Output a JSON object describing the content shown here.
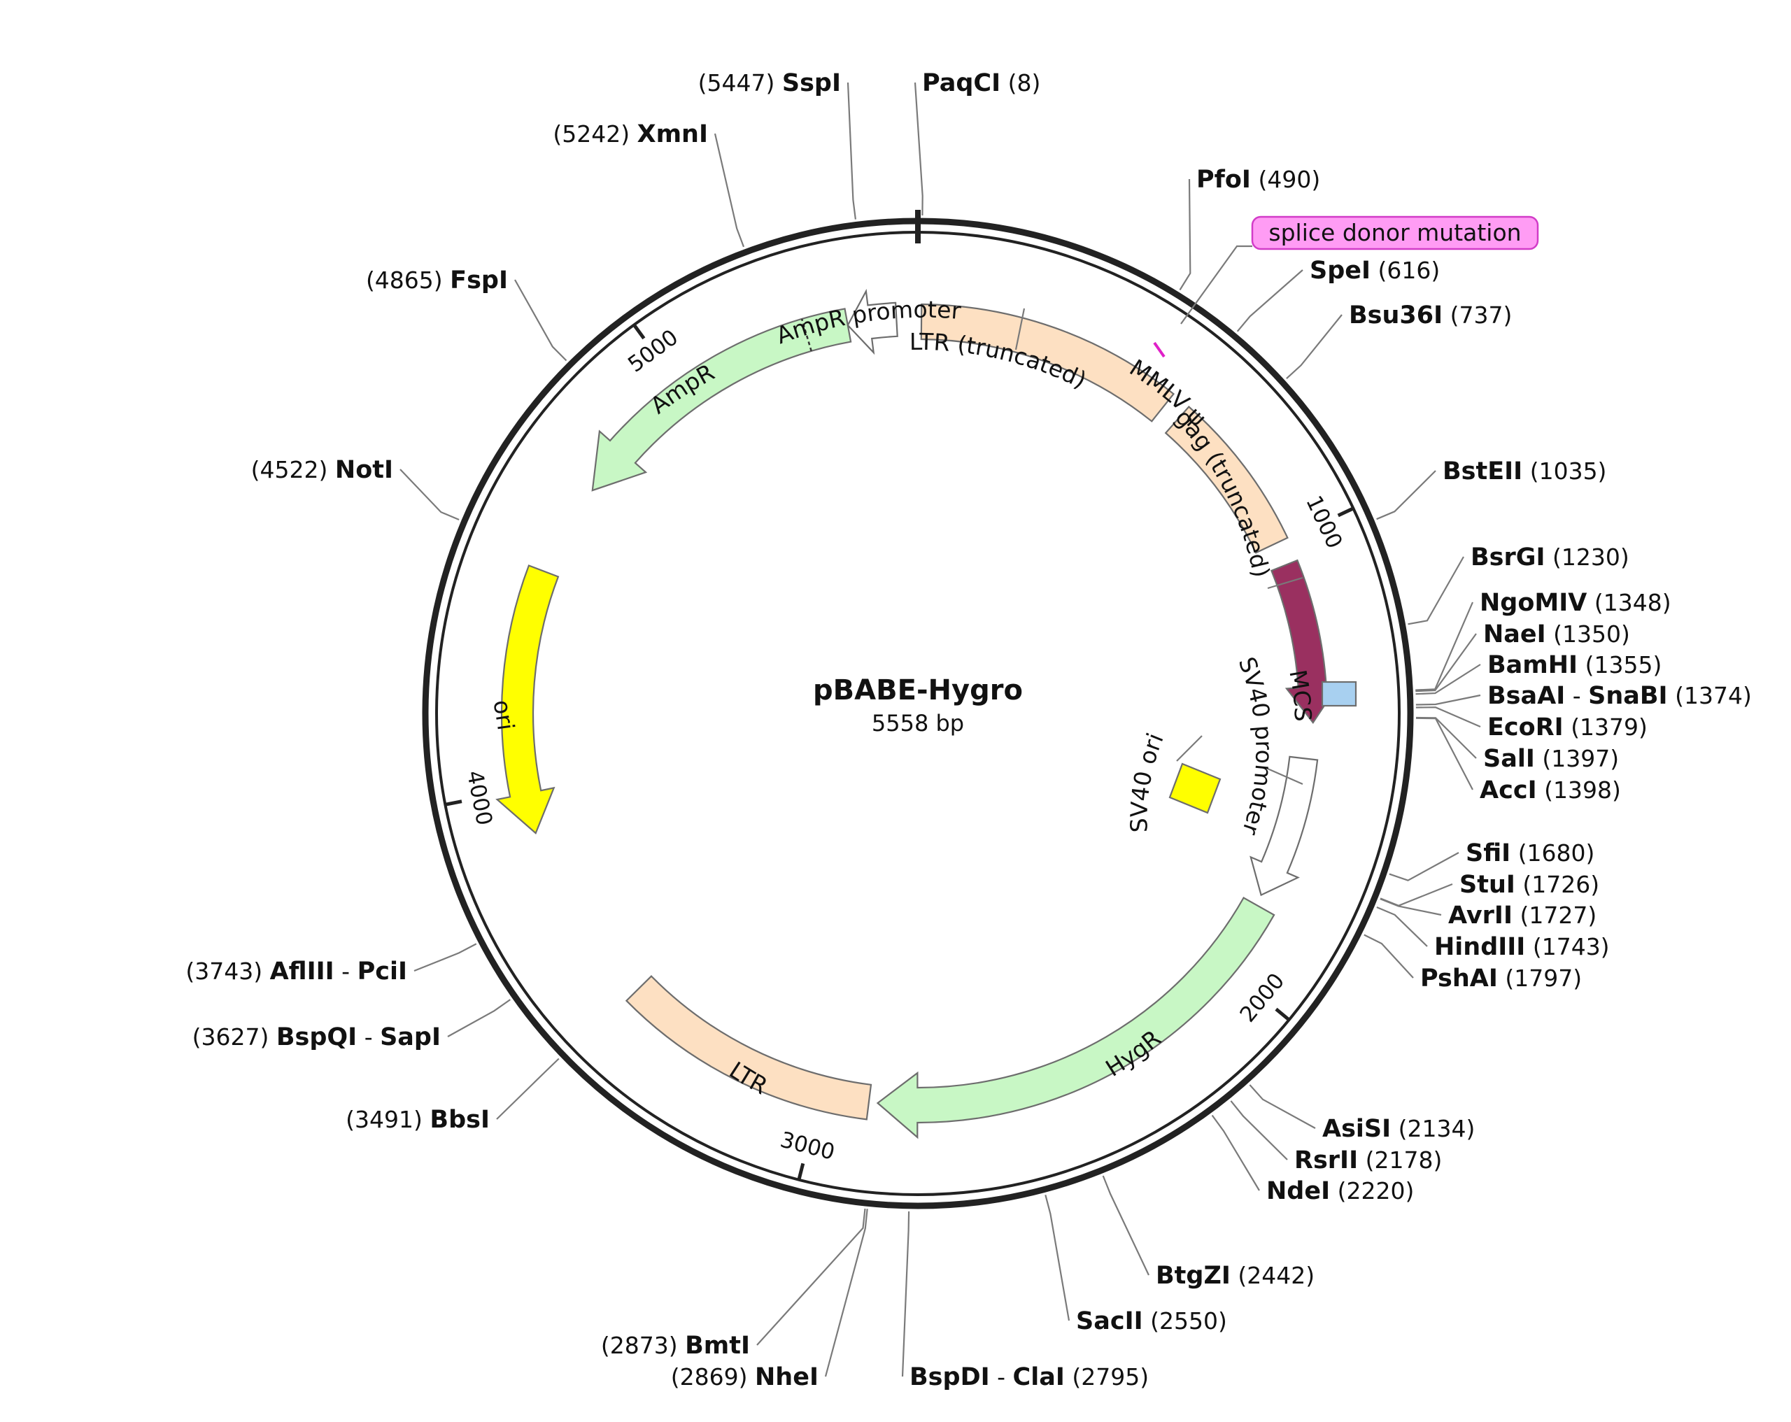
{
  "plasmid": {
    "name": "pBABE-Hygro",
    "size_label": "5558 bp",
    "length_bp": 5558
  },
  "ruler_ticks": [
    {
      "pos": 1000,
      "label": "1000"
    },
    {
      "pos": 2000,
      "label": "2000"
    },
    {
      "pos": 3000,
      "label": "3000"
    },
    {
      "pos": 4000,
      "label": "4000"
    },
    {
      "pos": 5000,
      "label": "5000"
    }
  ],
  "features": [
    {
      "name": "LTR (truncated)",
      "start": 8,
      "end": 597,
      "direction": "none",
      "color": "#fde0c2"
    },
    {
      "name": "MMLV ψ",
      "start": 640,
      "end": 997,
      "direction": "none",
      "color": "#fde0c2"
    },
    {
      "name": "gag (truncated)",
      "start": 1050,
      "end": 1410,
      "direction": "forward",
      "color": "#9a3060"
    },
    {
      "name": "MCS",
      "start": 1415,
      "end": 1480,
      "direction": "none",
      "color": "#a8d0f0"
    },
    {
      "name": "SV40 promoter",
      "start": 1492,
      "end": 1820,
      "direction": "forward",
      "color": "#ffffff"
    },
    {
      "name": "HygR",
      "start": 1845,
      "end": 2870,
      "direction": "forward",
      "color": "#c8f7c5"
    },
    {
      "name": "LTR",
      "start": 2890,
      "end": 3480,
      "direction": "none",
      "color": "#fde0c2"
    },
    {
      "name": "ori",
      "start": 3900,
      "end": 4490,
      "direction": "reverse",
      "color": "#ffff00"
    },
    {
      "name": "AmpR",
      "start": 4700,
      "end": 5400,
      "direction": "reverse",
      "color": "#c8f7c5"
    },
    {
      "name": "AmpR promoter",
      "start": 5400,
      "end": 5510,
      "direction": "reverse",
      "color": "#ffffff"
    },
    {
      "name": "SV40 ori",
      "color": "#ffff00"
    },
    {
      "name": "splice donor mutation",
      "color": "#ff88ff"
    }
  ],
  "sites": [
    {
      "name": "PaqCI",
      "pos": "8"
    },
    {
      "name": "PfoI",
      "pos": "490"
    },
    {
      "name": "SpeI",
      "pos": "616"
    },
    {
      "name": "Bsu36I",
      "pos": "737"
    },
    {
      "name": "BstEII",
      "pos": "1035"
    },
    {
      "name": "BsrGI",
      "pos": "1230"
    },
    {
      "name": "NgoMIV",
      "pos": "1348"
    },
    {
      "name": "NaeI",
      "pos": "1350"
    },
    {
      "name": "BamHI",
      "pos": "1355"
    },
    {
      "name": "BsaAI",
      "name2": "SnaBI",
      "pos": "1374"
    },
    {
      "name": "EcoRI",
      "pos": "1379"
    },
    {
      "name": "SalI",
      "pos": "1397"
    },
    {
      "name": "AccI",
      "pos": "1398"
    },
    {
      "name": "SfiI",
      "pos": "1680"
    },
    {
      "name": "StuI",
      "pos": "1726"
    },
    {
      "name": "AvrII",
      "pos": "1727"
    },
    {
      "name": "HindIII",
      "pos": "1743"
    },
    {
      "name": "PshAI",
      "pos": "1797"
    },
    {
      "name": "AsiSI",
      "pos": "2134"
    },
    {
      "name": "RsrII",
      "pos": "2178"
    },
    {
      "name": "NdeI",
      "pos": "2220"
    },
    {
      "name": "BtgZI",
      "pos": "2442"
    },
    {
      "name": "SacII",
      "pos": "2550"
    },
    {
      "name": "BspDI",
      "name2": "ClaI",
      "pos": "2795"
    },
    {
      "name": "NheI",
      "pos": "2869"
    },
    {
      "name": "BmtI",
      "pos": "2873"
    },
    {
      "name": "BbsI",
      "pos": "3491"
    },
    {
      "name": "BspQI",
      "name2": "SapI",
      "pos": "3627"
    },
    {
      "name": "AflIII",
      "name2": "PciI",
      "pos": "3743"
    },
    {
      "name": "NotI",
      "pos": "4522"
    },
    {
      "name": "FspI",
      "pos": "4865"
    },
    {
      "name": "XmnI",
      "pos": "5242"
    },
    {
      "name": "SspI",
      "pos": "5447"
    }
  ]
}
